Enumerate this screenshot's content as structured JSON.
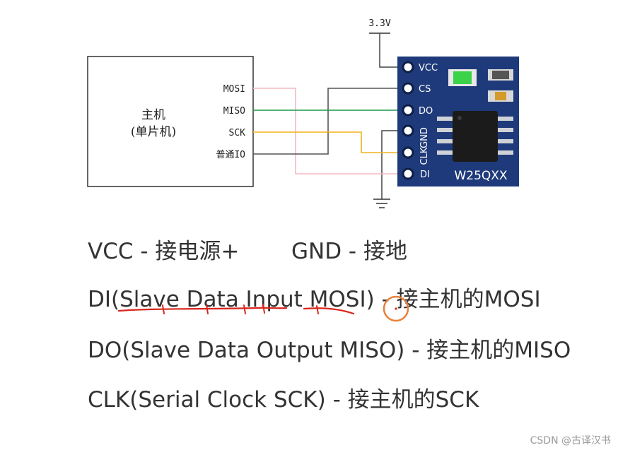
{
  "diagram": {
    "power_label": "3.3V",
    "host": {
      "title_line1": "主机",
      "title_line2": "(单片机)",
      "pins": [
        "MOSI",
        "MISO",
        "SCK",
        "普通IO"
      ]
    },
    "module": {
      "name": "W25QXX",
      "pins": [
        "VCC",
        "CS",
        "DO",
        "GND",
        "CLK",
        "DI"
      ]
    },
    "wire_colors": {
      "mosi": "#f4b8c4",
      "miso": "#1a9a4a",
      "sck": "#f2b21b",
      "io": "#555555",
      "board": "#1f3a7a"
    }
  },
  "notes": {
    "vcc": "VCC - 接电源+",
    "gnd": "GND - 接地",
    "di": "DI(Slave Data Input MOSI) - 接主机的MOSI",
    "do": "DO(Slave Data Output MISO) - 接主机的MISO",
    "clk": "CLK(Serial Clock SCK) - 接主机的SCK"
  },
  "watermark": "CSDN @古译汉书"
}
